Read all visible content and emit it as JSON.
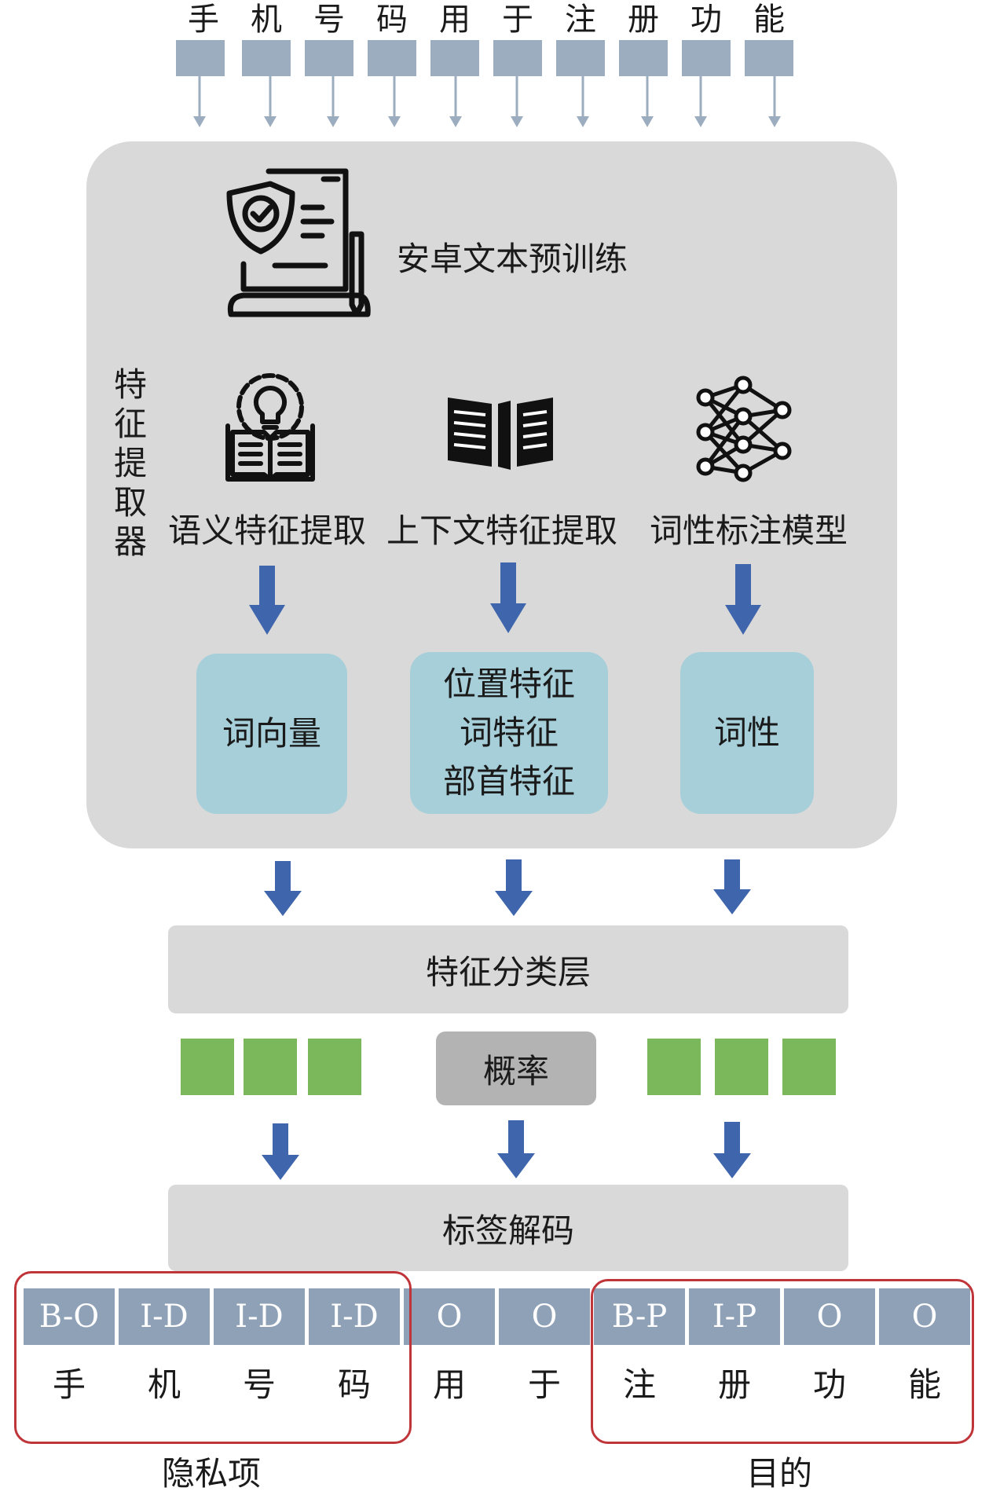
{
  "input_chars": [
    "手",
    "机",
    "号",
    "码",
    "用",
    "于",
    "注",
    "册",
    "功",
    "能"
  ],
  "pretrain_label": "安卓文本预训练",
  "extractor_label": [
    "特",
    "征",
    "提",
    "取",
    "器"
  ],
  "branches": [
    {
      "label": "语义特征提取",
      "outputs": [
        "词向量"
      ],
      "icon": "lightbulb-gear-book-icon"
    },
    {
      "label": "上下文特征提取",
      "outputs": [
        "位置特征",
        "词特征",
        "部首特征"
      ],
      "icon": "open-book-icon"
    },
    {
      "label": "词性标注模型",
      "outputs": [
        "词性"
      ],
      "icon": "neural-network-icon"
    }
  ],
  "classification_layer": "特征分类层",
  "probability_label": "概率",
  "decode_layer": "标签解码",
  "output_tags": [
    "B-O",
    "I-D",
    "I-D",
    "I-D",
    "O",
    "O",
    "B-P",
    "I-P",
    "O",
    "O"
  ],
  "output_chars": [
    "手",
    "机",
    "号",
    "码",
    "用",
    "于",
    "注",
    "册",
    "功",
    "能"
  ],
  "groups": [
    {
      "label": "隐私项"
    },
    {
      "label": "目的"
    }
  ],
  "colors": {
    "panel": "#d9d9d9",
    "input_box": "#9cadc0",
    "arrow_blue": "#3f66ad",
    "teal_box": "#a6cfd9",
    "green_box": "#7ab85b",
    "tag_box": "#8fa1b6",
    "group_border": "#c0353a"
  }
}
